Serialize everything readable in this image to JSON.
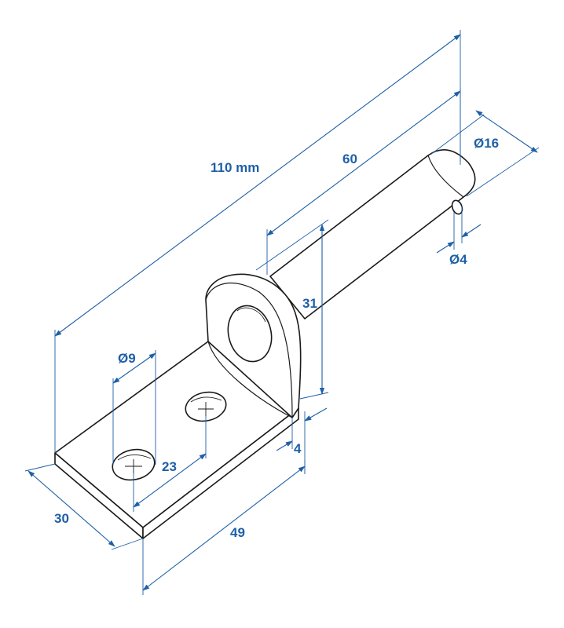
{
  "colors": {
    "dimension": "#1f5fa6",
    "outline": "#1a1a1a",
    "background": "#ffffff"
  },
  "dimensions": {
    "overall_length": "110 mm",
    "pin_length": "60",
    "pin_diameter": "Ø16",
    "cross_hole_diameter": "Ø4",
    "eye_height": "31",
    "thickness": "4",
    "plate_hole_diameter": "Ø9",
    "hole_spacing": "23",
    "plate_width": "30",
    "plate_length": "49"
  }
}
